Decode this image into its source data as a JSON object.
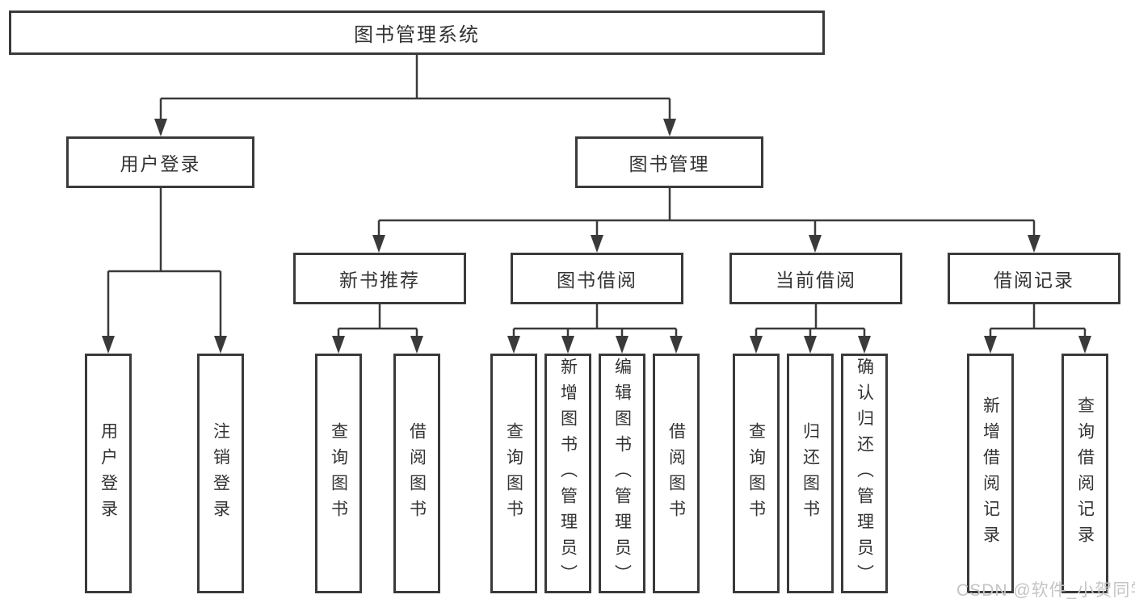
{
  "tree": {
    "root": "图书管理系统",
    "branches": [
      {
        "label": "用户登录",
        "leaves": [
          "用户登录",
          "注销登录"
        ]
      },
      {
        "label": "图书管理",
        "groups": [
          {
            "label": "新书推荐",
            "leaves": [
              "查询图书",
              "借阅图书"
            ]
          },
          {
            "label": "图书借阅",
            "leaves": [
              "查询图书",
              "新增图书（管理员）",
              "编辑图书（管理员）",
              "借阅图书"
            ]
          },
          {
            "label": "当前借阅",
            "leaves": [
              "查询图书",
              "归还图书",
              "确认归还（管理员）"
            ]
          },
          {
            "label": "借阅记录",
            "leaves": [
              "新增借阅记录",
              "查询借阅记录"
            ]
          }
        ]
      }
    ]
  },
  "watermark": {
    "text": "CSDN @软件_小贺同学"
  },
  "colors": {
    "line": "#3a3a3a",
    "text": "#333333",
    "background": "#ffffff",
    "watermark": "#c4c4c4"
  }
}
